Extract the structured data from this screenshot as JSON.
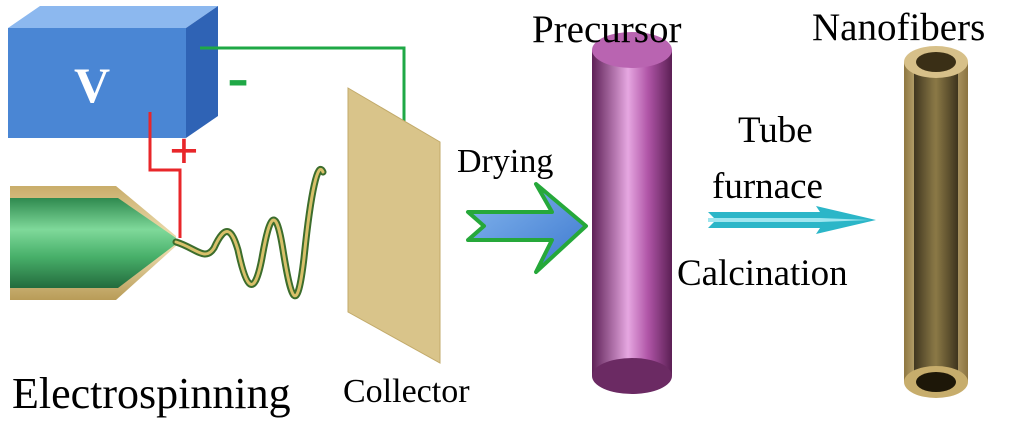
{
  "diagram": {
    "power_supply": {
      "label": "V",
      "negative_sign": "-",
      "positive_sign": "+"
    },
    "labels": {
      "electrospinning": "Electrospinning",
      "collector": "Collector",
      "drying": "Drying",
      "precursor": "Precursor",
      "tube": "Tube",
      "furnace": "furnace",
      "calcination": "Calcination",
      "nanofibers": "Nanofibers"
    },
    "colors": {
      "box_front": "#4a86d4",
      "box_top": "#8cb8ef",
      "box_side": "#2f63b5",
      "negative_wire": "#1fa846",
      "positive_wire": "#e8262a",
      "nozzle_body": "#48b06a",
      "nozzle_shell": "#d8c18a",
      "collector": "#d9c48a",
      "drying_arrow": "#5a94dd",
      "drying_arrow_outline": "#26a83a",
      "precursor": "#a04a9a",
      "furnace_arrow": "#2bb6c8",
      "nanofiber_shell": "#c7ad6c",
      "nanofiber_core": "#5b4a25"
    }
  }
}
